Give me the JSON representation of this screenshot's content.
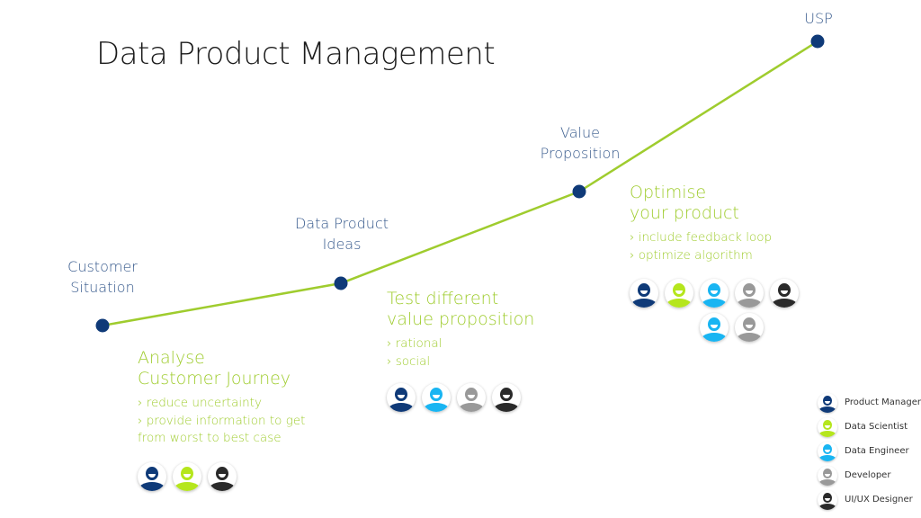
{
  "title": "Data Product Management",
  "colors": {
    "line": "#9fcc2e",
    "node": "#0f3a78",
    "node_label": "#36598c",
    "phase_text": "#9fcc2e"
  },
  "roles": {
    "product_manager": {
      "label": "Product Manager",
      "color": "#0f3a78"
    },
    "data_scientist": {
      "label": "Data Scientist",
      "color": "#b5e61d"
    },
    "data_engineer": {
      "label": "Data Engineer",
      "color": "#19b5f2"
    },
    "developer": {
      "label": "Developer",
      "color": "#999999"
    },
    "uiux_designer": {
      "label": "UI/UX Designer",
      "color": "#2a2a2a"
    }
  },
  "milestones": [
    {
      "label": "Customer\nSituation"
    },
    {
      "label": "Data Product\nIdeas"
    },
    {
      "label": "Value\nProposition"
    },
    {
      "label": "USP"
    }
  ],
  "phases": [
    {
      "heading": "Analyse\nCustomer Journey",
      "bullets": [
        "› reduce uncertainty",
        "› provide information to get\n  from worst to best case"
      ],
      "team": [
        "product_manager",
        "data_scientist",
        "uiux_designer"
      ]
    },
    {
      "heading": "Test different\nvalue proposition",
      "bullets": [
        "› rational",
        "› social"
      ],
      "team": [
        "product_manager",
        "data_engineer",
        "developer",
        "uiux_designer"
      ]
    },
    {
      "heading": "Optimise\nyour product",
      "bullets": [
        "› include feedback loop",
        "› optimize algorithm"
      ],
      "team": [
        "product_manager",
        "data_scientist",
        "data_engineer",
        "developer",
        "uiux_designer",
        "data_engineer",
        "developer"
      ]
    }
  ],
  "legend": [
    "product_manager",
    "data_scientist",
    "data_engineer",
    "developer",
    "uiux_designer"
  ]
}
